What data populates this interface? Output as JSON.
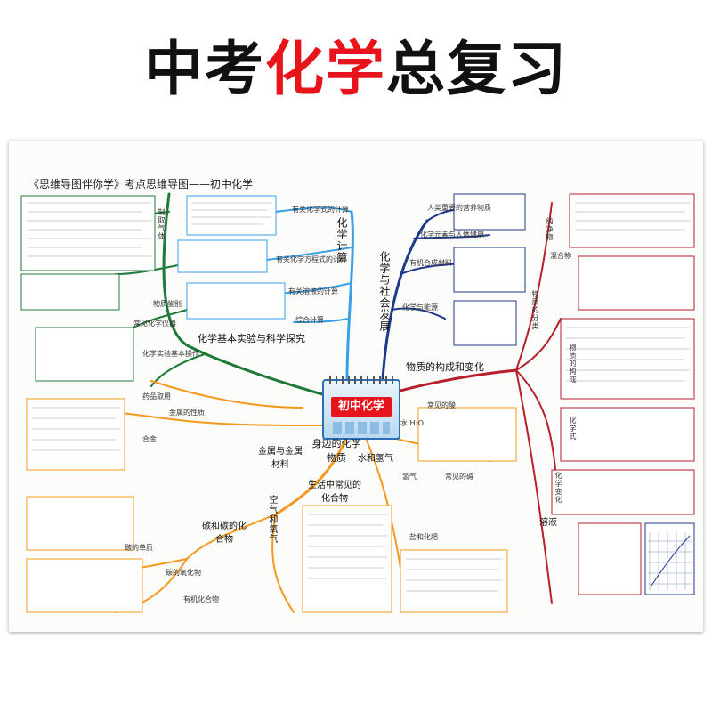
{
  "headline": {
    "part1": "中考",
    "part2": "化学",
    "part3": "总复习"
  },
  "poster": {
    "title": "《思维导图伴你学》考点思维导图——初中化学",
    "center": "初中化学",
    "branches": {
      "calc": "化学计算",
      "society": "化学与社会发展",
      "experiment": "化学基本实验与科学探究",
      "structure": "物质的构成和变化",
      "substances": "身边的化学物质",
      "metals": "金属与金属材料",
      "water": "水和氢气",
      "compounds": "生活中常见的化合物",
      "air": "空气和氧气",
      "carbon": "碳和碳的化合物",
      "solution": "溶液",
      "water_icon": "水 H₂O",
      "hydrogen": "氢气",
      "pure": "纯净物",
      "mixture": "混合物"
    },
    "sub": {
      "calc_items": [
        "有关化学式的计算",
        "有关化学方程式的计算",
        "有关溶液的计算",
        "综合计算"
      ],
      "society_items": [
        "人类重要的营养物质",
        "化学元素与人体健康",
        "有机合成材料",
        "化学与能源"
      ],
      "experiment_items": [
        "常见化学仪器",
        "化学实验基本操作",
        "物质鉴别",
        "制取气体",
        "药品取用"
      ],
      "structure_items": [
        "物质的分类",
        "物质的构成",
        "化学式",
        "化学变化"
      ],
      "substances_items": [
        "金属的性质",
        "合金",
        "常见的酸",
        "常见的碱",
        "盐和化肥"
      ],
      "carbon_items": [
        "碳的单质",
        "碳的氧化物",
        "有机化合物"
      ]
    }
  }
}
